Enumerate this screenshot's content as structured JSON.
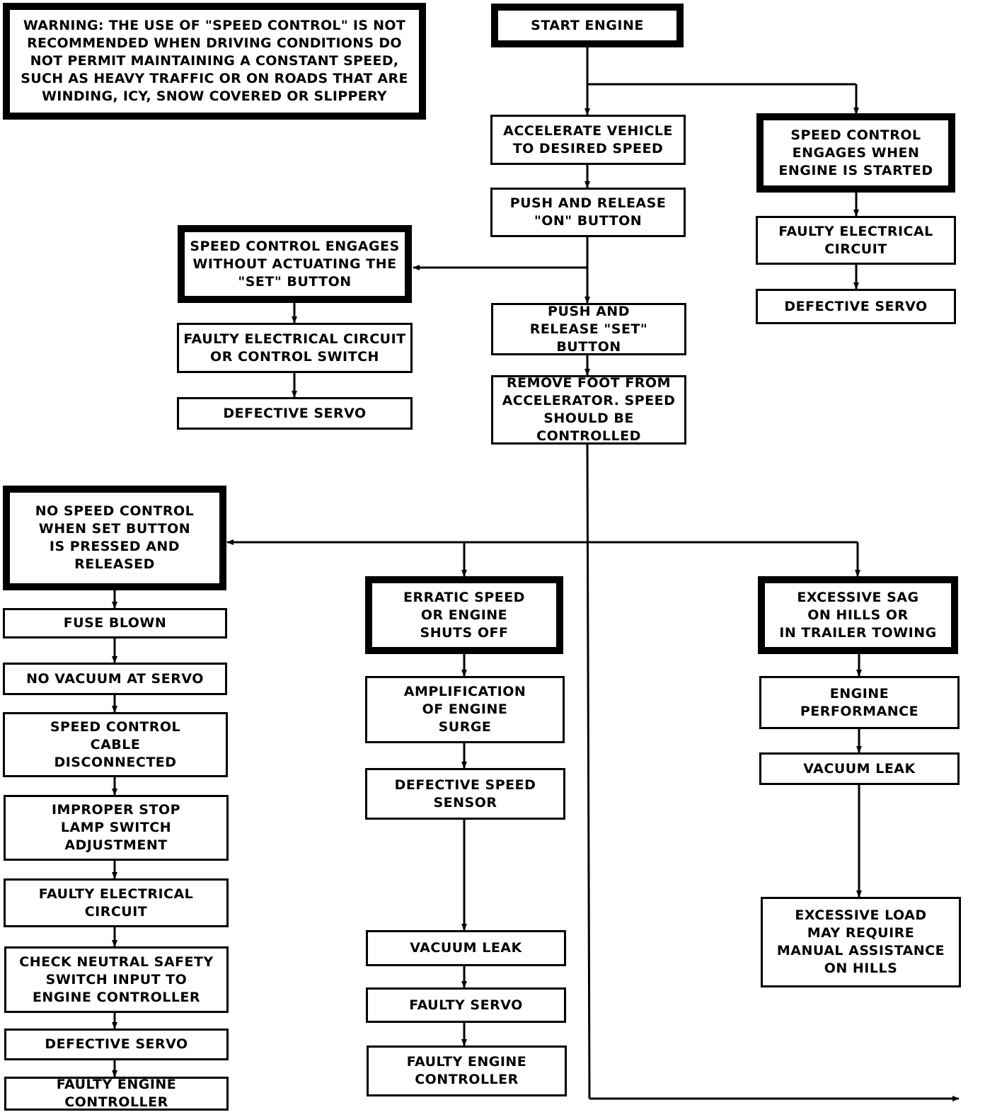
{
  "warning": "WARNING: THE USE OF \"SPEED CONTROL\" IS NOT\nRECOMMENDED WHEN DRIVING CONDITIONS DO\nNOT PERMIT MAINTAINING A CONSTANT SPEED,\nSUCH AS HEAVY TRAFFIC OR ON ROADS THAT ARE\nWINDING, ICY, SNOW COVERED OR SLIPPERY",
  "main_path": {
    "start": "START ENGINE",
    "accelerate": "ACCELERATE VEHICLE\nTO DESIRED SPEED",
    "push_on": "PUSH AND RELEASE\n\"ON\" BUTTON",
    "push_set": "PUSH AND\nRELEASE \"SET\" BUTTON",
    "remove_foot": "REMOVE FOOT FROM\nACCELERATOR. SPEED\nSHOULD BE CONTROLLED"
  },
  "engages_when_started": {
    "title": "SPEED CONTROL\nENGAGES WHEN\nENGINE IS STARTED",
    "causes": [
      "FAULTY ELECTRICAL\nCIRCUIT",
      "DEFECTIVE SERVO"
    ]
  },
  "engages_without_set": {
    "title": "SPEED CONTROL ENGAGES\nWITHOUT ACTUATING THE\n\"SET\" BUTTON",
    "causes": [
      "FAULTY ELECTRICAL CIRCUIT\nOR CONTROL SWITCH",
      "DEFECTIVE SERVO"
    ]
  },
  "no_speed_control": {
    "title": "NO SPEED CONTROL\nWHEN SET BUTTON\nIS PRESSED AND\nRELEASED",
    "causes": [
      "FUSE BLOWN",
      "NO VACUUM AT SERVO",
      "SPEED CONTROL\nCABLE\nDISCONNECTED",
      "IMPROPER STOP\nLAMP SWITCH\nADJUSTMENT",
      "FAULTY ELECTRICAL\nCIRCUIT",
      "CHECK NEUTRAL SAFETY\nSWITCH INPUT TO\nENGINE CONTROLLER",
      "DEFECTIVE SERVO",
      "FAULTY ENGINE CONTROLLER"
    ]
  },
  "erratic_speed": {
    "title": "ERRATIC SPEED\nOR ENGINE\nSHUTS OFF",
    "causes": [
      "AMPLIFICATION\nOF ENGINE\nSURGE",
      "DEFECTIVE SPEED\nSENSOR",
      "VACUUM LEAK",
      "FAULTY SERVO",
      "FAULTY ENGINE\nCONTROLLER"
    ]
  },
  "excessive_sag": {
    "title": "EXCESSIVE SAG\nON HILLS OR\nIN TRAILER TOWING",
    "causes": [
      "ENGINE\nPERFORMANCE",
      "VACUUM LEAK",
      "EXCESSIVE LOAD\nMAY REQUIRE\nMANUAL ASSISTANCE\nON HILLS"
    ]
  }
}
